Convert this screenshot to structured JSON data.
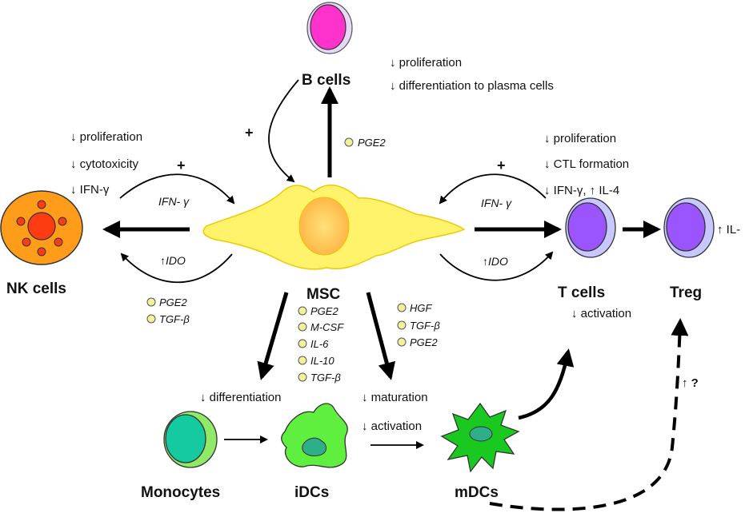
{
  "cells": {
    "msc": "MSC",
    "b_cells": "B cells",
    "nk_cells": "NK cells",
    "t_cells": "T cells",
    "treg": "Treg",
    "monocytes": "Monocytes",
    "idcs": "iDCs",
    "mdcs": "mDCs"
  },
  "b_effects": [
    "↓ proliferation",
    "↓ differentiation to plasma cells"
  ],
  "b_factor": "PGE2",
  "nk_effects": [
    "↓ proliferation",
    "↓ cytotoxicity",
    "↓ IFN-γ"
  ],
  "nk_factors": [
    "PGE2",
    "TGF-β"
  ],
  "t_effects": [
    "↓ proliferation",
    "↓ CTL formation",
    "↓ IFN-γ, ↑ IL-4"
  ],
  "t_activation": "↓ activation",
  "treg_effect": "↑ IL-",
  "treg_question": "↑ ?",
  "signals": {
    "nk_ifn": "IFN- γ",
    "nk_ido": "↑IDO",
    "t_ifn": "IFN- γ",
    "t_ido": "↑IDO",
    "plus": "+"
  },
  "monocyte_factors": [
    "PGE2",
    "M-CSF",
    "IL-6",
    "IL-10",
    "TGF-β"
  ],
  "dc_factors": [
    "HGF",
    "TGF-β",
    "PGE2"
  ],
  "monocyte_effect": "↓ differentiation",
  "dc_effects": [
    "↓ maturation",
    "↓ activation"
  ],
  "colors": {
    "msc_fill": "#fff36b",
    "msc_nucleus": "#ffc24a",
    "b_cell": "#ff33cc",
    "nk_cell": "#ff9d1a",
    "nk_nucleus": "#ff3b12",
    "t_cell": "#9a55ff",
    "t_halo": "#c7c8ff",
    "monocyte": "#15c9a0",
    "monocyte_halo": "#8fea68",
    "idc": "#5ff03f",
    "mdc": "#19c920",
    "factor_dot": "#f2f29a"
  }
}
